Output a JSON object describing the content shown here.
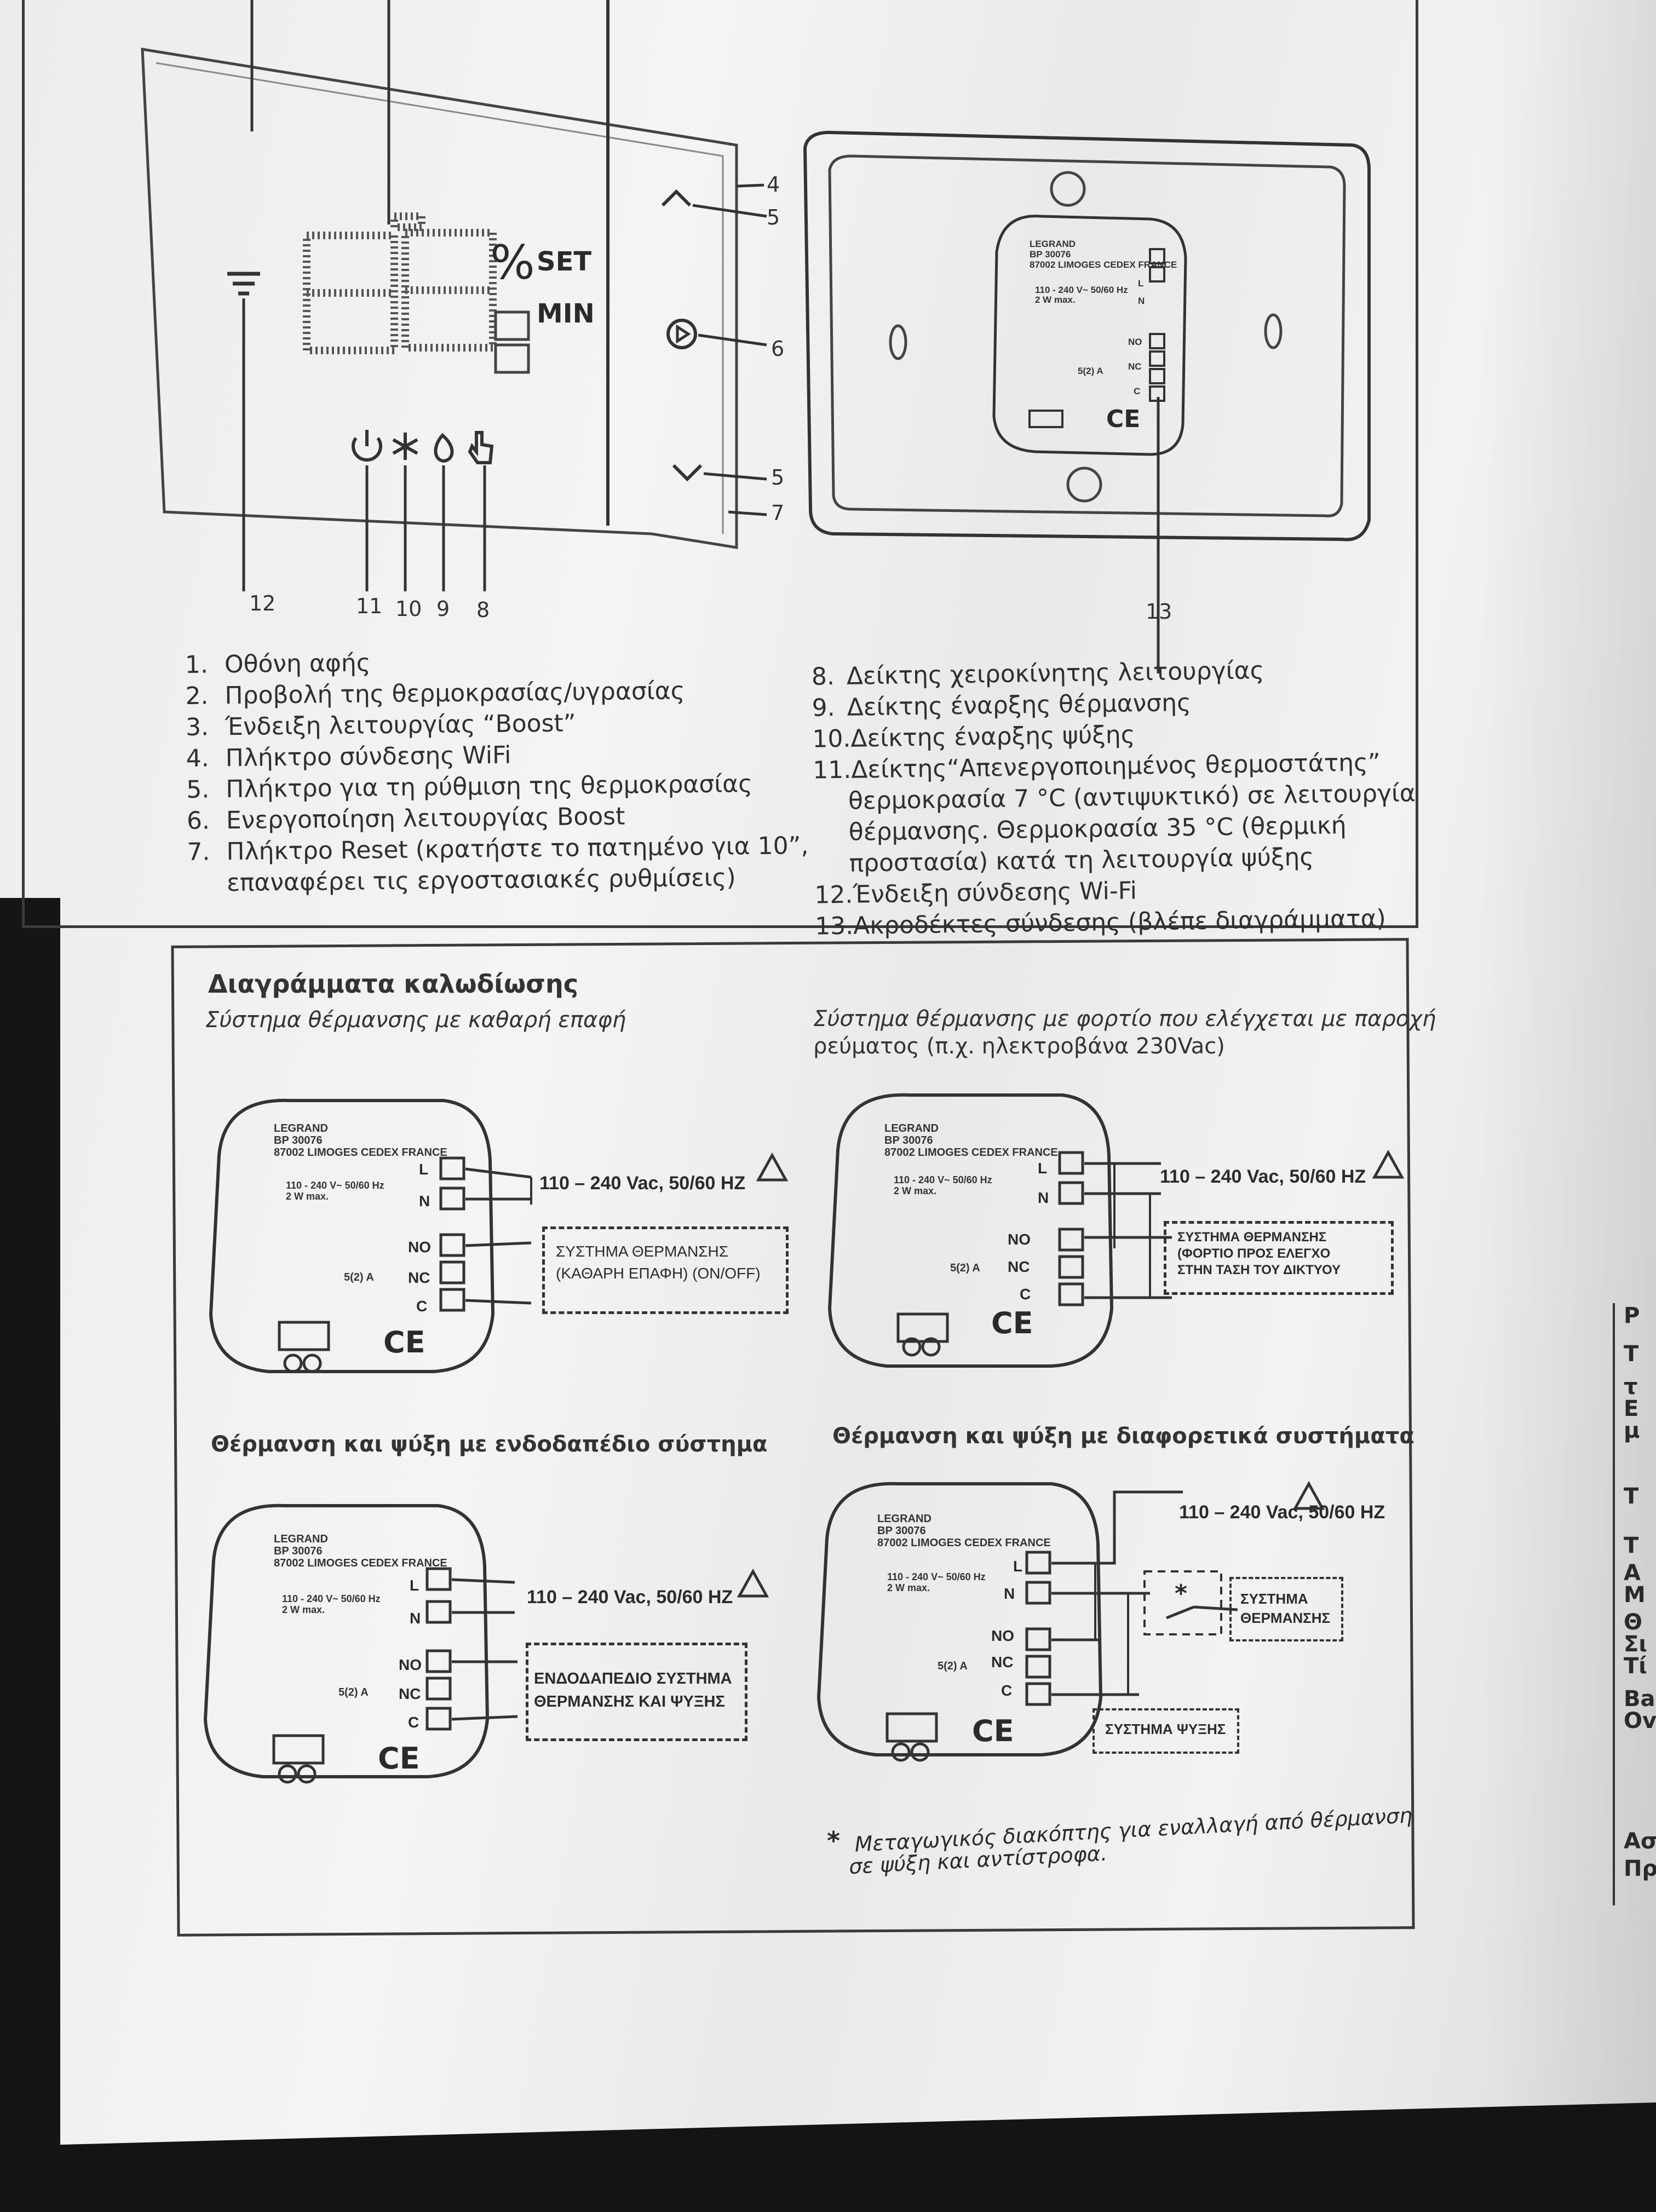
{
  "display": {
    "percent": "%",
    "set": "SET",
    "min": "MIN"
  },
  "callout_numbers": {
    "n4": "4",
    "n5a": "5",
    "n6": "6",
    "n5b": "5",
    "n7": "7",
    "n12": "12",
    "n11": "11",
    "n10": "10",
    "n9": "9",
    "n8": "8",
    "n13": "13"
  },
  "terminal_block": {
    "brand": "LEGRAND",
    "model": "BP 30076",
    "address": "87002 LIMOGES CEDEX FRANCE",
    "voltage": "110 - 240 V~ 50/60 Hz",
    "power": "2 W max.",
    "relay": "5(2) A",
    "L": "L",
    "N": "N",
    "NO": "NO",
    "NC": "NC",
    "C": "C",
    "ce": "CE"
  },
  "legend_left": [
    {
      "num": "1.",
      "text": "Οθόνη αφής"
    },
    {
      "num": "2.",
      "text": "Προβολή της θερμοκρασίας/υγρασίας"
    },
    {
      "num": "3.",
      "text": "Ένδειξη λειτουργίας “Boost”"
    },
    {
      "num": "4.",
      "text": "Πλήκτρο σύνδεσης WiFi"
    },
    {
      "num": "5.",
      "text": "Πλήκτρο για τη ρύθμιση της θερμοκρασίας"
    },
    {
      "num": "6.",
      "text": "Ενεργοποίηση λειτουργίας Boost"
    },
    {
      "num": "7.",
      "text": "Πλήκτρο Reset (κρατήστε το πατημένο για 10”,"
    },
    {
      "num": "",
      "text": "επαναφέρει τις εργοστασιακές ρυθμίσεις)"
    }
  ],
  "legend_right": [
    {
      "num": "8.",
      "text": "Δείκτης χειροκίνητης λειτουργίας"
    },
    {
      "num": "9.",
      "text": "Δείκτης έναρξης θέρμανσης"
    },
    {
      "num": "10.",
      "text": "Δείκτης έναρξης ψύξης"
    },
    {
      "num": "11.",
      "text": "Δείκτης“Απενεργοποιημένος θερμοστάτης”"
    },
    {
      "num": "",
      "text": "θερμοκρασία 7 °C (αντιψυκτικό) σε λειτουργία"
    },
    {
      "num": "",
      "text": "θέρμανσης. Θερμοκρασία 35 °C (θερμική"
    },
    {
      "num": "",
      "text": "προστασία) κατά τη λειτουργία ψύξης"
    },
    {
      "num": "12.",
      "text": "Ένδειξη σύνδεσης Wi-Fi"
    },
    {
      "num": "13.",
      "text": "Ακροδέκτες σύνδεσης (βλέπε διαγράμματα)"
    }
  ],
  "diagrams": {
    "title": "Διαγράμματα καλωδίωσης",
    "supply": "110 – 240 Vac, 50/60 HZ",
    "d1": {
      "title": "Σύστημα θέρμανσης με καθαρή επαφή",
      "box_line1": "ΣΥΣΤΗΜΑ ΘΕΡΜΑΝΣΗΣ",
      "box_line2": "(ΚΑΘΑΡΗ ΕΠΑΦΗ) (ON/OFF)"
    },
    "d2": {
      "title_line1": "Σύστημα θέρμανσης με φορτίο που ελέγχεται με παροχή",
      "title_line2": "ρεύματος (π.χ. ηλεκτροβάνα 230Vac)",
      "box_line1": "ΣΥΣΤΗΜΑ ΘΕΡΜΑΝΣΗΣ",
      "box_line2": "(ΦΟΡΤΙΟ ΠΡΟΣ ΕΛΕΓΧΟ",
      "box_line3": "ΣΤΗΝ ΤΑΣΗ ΤΟΥ ΔΙΚΤΥΟΥ"
    },
    "d3": {
      "title": "Θέρμανση και ψύξη με ενδοδαπέδιο σύστημα",
      "box_line1": "ΕΝΔΟΔΑΠΕΔΙΟ ΣΥΣΤΗΜΑ",
      "box_line2": "ΘΕΡΜΑΝΣΗΣ ΚΑΙ ΨΥΞΗΣ"
    },
    "d4": {
      "title": "Θέρμανση και ψύξη με διαφορετικά συστήματα",
      "asterisk": "*",
      "heat_line1": "ΣΥΣΤΗΜΑ",
      "heat_line2": "ΘΕΡΜΑΝΣΗΣ",
      "cool": "ΣΥΣΤΗΜΑ ΨΥΞΗΣ"
    },
    "footnote_star": "*",
    "footnote_line1": "Μεταγωγικός διακόπτης για εναλλαγή από θέρμανση",
    "footnote_line2": "σε ψύξη και αντίστροφα."
  },
  "right_edge_fragments": [
    "P",
    "T",
    "τ",
    "Ε",
    "μ",
    "T",
    "T",
    "A",
    "M",
    "Θ",
    "Σι",
    "Τί",
    "Ba",
    "Ov",
    "Aσ",
    "Πρ"
  ]
}
